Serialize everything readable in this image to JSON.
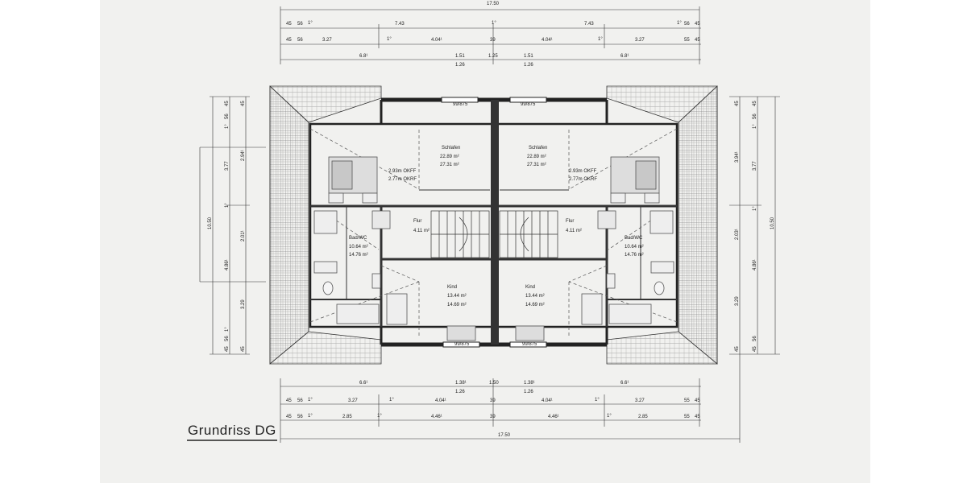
{
  "drawing": {
    "title": "Grundriss DG"
  },
  "dims_top": {
    "overall": "17.50",
    "row2": [
      "45",
      "56",
      "1°",
      "7.43",
      "1°",
      "7.43",
      "1°",
      "56",
      "45"
    ],
    "row3": [
      "45",
      "56",
      "3.27",
      "1°",
      "4.04¹",
      "39",
      "4.04¹",
      "1°",
      "3.27",
      "55",
      "45"
    ],
    "row4": [
      "6.8¹",
      "1.51",
      "1.25",
      "1.51",
      "6.8¹"
    ],
    "row4_sub": [
      "1.26",
      "1.26"
    ]
  },
  "dims_bottom": {
    "row1": [
      "6.6¹",
      "1.38¹",
      "1.50",
      "1.38¹",
      "6.6¹"
    ],
    "row1_sub": [
      "1.26",
      "1.26"
    ],
    "row2": [
      "45",
      "56",
      "1°",
      "3.27",
      "1°",
      "4.04¹",
      "39",
      "4.04¹",
      "1°",
      "3.27",
      "55",
      "45"
    ],
    "row3": [
      "45",
      "56",
      "1°",
      "2.85",
      "1°",
      "4.46¹",
      "39",
      "4.46¹",
      "1°",
      "2.85",
      "55",
      "45"
    ],
    "overall": "17.50"
  },
  "dims_left": {
    "overall": "10.50",
    "chain_a": [
      "45",
      "56",
      "1°",
      "3.77",
      "1°",
      "4.86¹",
      "1°",
      "56",
      "45"
    ],
    "chain_b": [
      "2.94¹",
      "2.01¹",
      "3.29"
    ]
  },
  "dims_right": {
    "overall": "10.50",
    "chain_a": [
      "45",
      "56",
      "1°",
      "3.77",
      "1°",
      "4.86¹",
      "56",
      "45"
    ],
    "chain_b": [
      "3.94¹",
      "2.03¹",
      "3.29"
    ]
  },
  "rooms": {
    "schlafen_left": {
      "name": "Schlafen",
      "area1": "22.89 m²",
      "area2": "27.31 m²"
    },
    "schlafen_right": {
      "name": "Schlafen",
      "area1": "22.89 m²",
      "area2": "27.31 m²"
    },
    "flur_left": {
      "name": "Flur",
      "area": "4.11 m²"
    },
    "flur_right": {
      "name": "Flur",
      "area": "4.11 m²"
    },
    "bad_left": {
      "name": "Bad/WC",
      "area1": "10.64 m²",
      "area2": "14.76 m²"
    },
    "bad_right": {
      "name": "Bad/WC",
      "area1": "10.64 m²",
      "area2": "14.76 m²"
    },
    "kind_left": {
      "name": "Kind",
      "area1": "13.44 m²",
      "area2": "14.69 m²"
    },
    "kind_right": {
      "name": "Kind",
      "area1": "13.44 m²",
      "area2": "14.69 m²"
    }
  },
  "annotations": {
    "height_left_1": "2.93m OKFF",
    "height_left_2": "2.77m OKRF",
    "height_right_1": "2.93m OKFF",
    "height_right_2": "2.77m OKRF",
    "window_top_left": "99/875",
    "window_top_right": "99/875",
    "window_bottom_left": "99/875",
    "window_bottom_right": "99/875"
  }
}
